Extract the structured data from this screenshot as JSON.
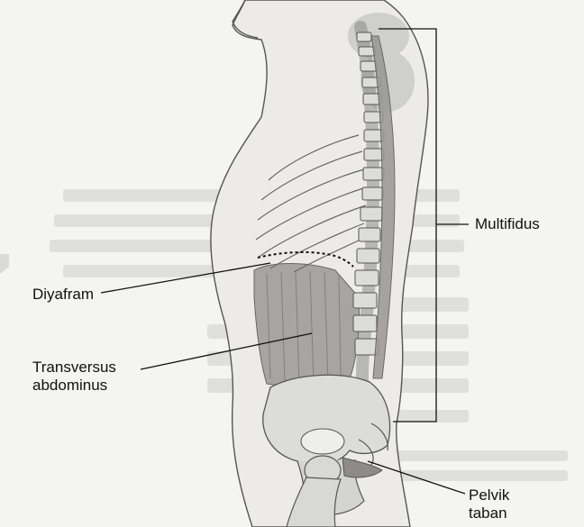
{
  "labels": {
    "multifidus": "Multifidus",
    "diaphragm": "Diyafram",
    "transversus_line1": "Transversus",
    "transversus_line2": "abdominus",
    "pelvic_line1": "Pelvik",
    "pelvic_line2": "taban"
  },
  "colors": {
    "background": "#f4f4f2",
    "line": "#111111",
    "outline": "#555555",
    "bone": "#d9d9d6",
    "muscle": "#a8a4a4",
    "shadow": "#8c8888"
  }
}
